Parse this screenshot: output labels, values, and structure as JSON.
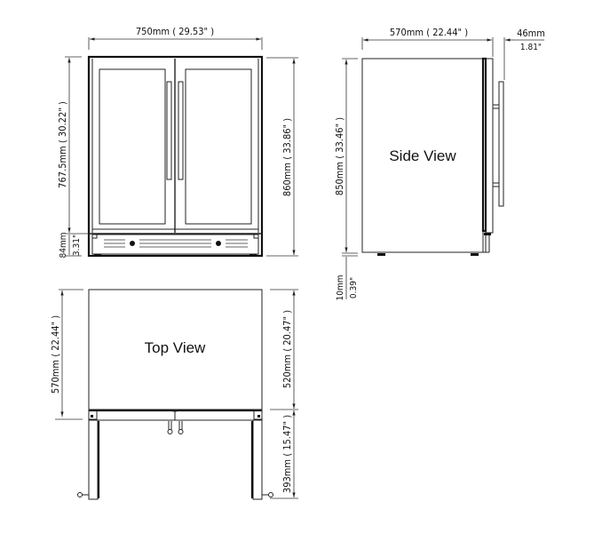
{
  "diagram": {
    "type": "technical-dimension-drawing",
    "subject": "dual-door glass front beverage cooler",
    "views": {
      "front": {
        "width_dim": "750mm ( 29.53\" )",
        "door_height_dim": "767.5mm ( 30.22\" )",
        "total_height_dim": "860mm ( 33.86\" )",
        "base_height_mm": "84mm",
        "base_height_in": "3.31\""
      },
      "side": {
        "label": "Side View",
        "depth_dim": "570mm ( 22.44\" )",
        "handle_mm": "46mm",
        "handle_in": "1.81\"",
        "height_dim": "850mm ( 33.46\" )",
        "foot_mm": "10mm",
        "foot_in": "0.39\""
      },
      "top": {
        "label": "Top View",
        "depth_dim": "570mm ( 22.44\" )",
        "body_depth_dim": "520mm ( 20.47\" )",
        "door_swing_dim": "393mm ( 15.47\" )"
      }
    }
  }
}
